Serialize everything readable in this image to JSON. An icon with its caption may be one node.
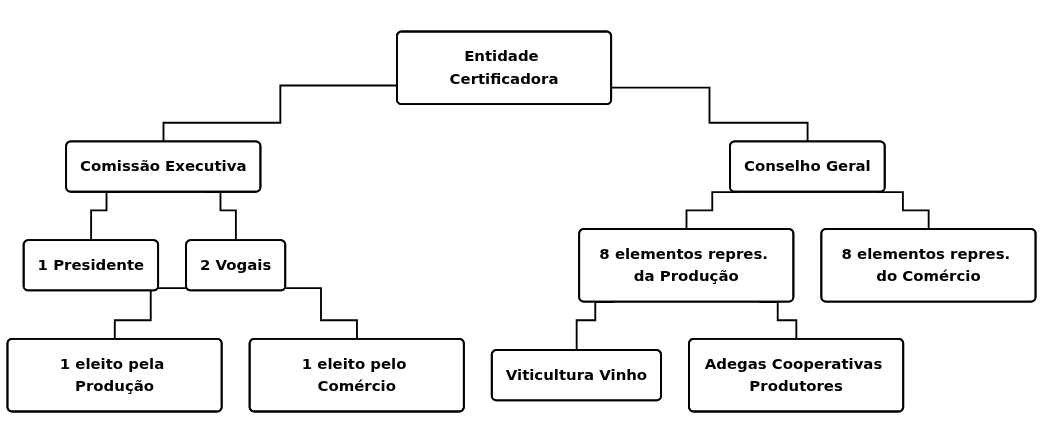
{
  "diagram": {
    "nodes": [
      {
        "text": [
          "Entidade Certificadora"
        ]
      },
      {
        "text": [
          "Comissão Executiva"
        ]
      },
      {
        "text": [
          "Conselho Geral"
        ]
      },
      {
        "text": [
          "1 Presidente"
        ]
      },
      {
        "text": [
          "2 Vogais"
        ]
      },
      {
        "text": [
          "8 elementos repres. da Produção"
        ]
      },
      {
        "text": [
          "8 elementos repres. do Comércio"
        ]
      },
      {
        "text": [
          "1 eleito pela Produção"
        ]
      },
      {
        "text": [
          "1 eleito pelo Comércio"
        ]
      },
      {
        "text": [
          "Viticultura Vinho"
        ]
      },
      {
        "text": [
          "Adegas Cooperativas Produtores"
        ]
      }
    ],
    "edges": [
      {
        "from": 0,
        "to": 1,
        "arrow": "none"
      },
      {
        "from": 0,
        "to": 2,
        "arrow": "none"
      },
      {
        "from": 1,
        "to": 3,
        "arrow": "none"
      },
      {
        "from": 1,
        "to": 4,
        "arrow": "none"
      },
      {
        "from": 2,
        "to": 5,
        "arrow": "none"
      },
      {
        "from": 2,
        "to": 6,
        "arrow": "none"
      },
      {
        "from": 4,
        "to": 7,
        "arrow": "none"
      },
      {
        "from": 4,
        "to": 8,
        "arrow": "none"
      },
      {
        "from": 5,
        "to": 9,
        "arrow": "none"
      },
      {
        "from": 5,
        "to": 10,
        "arrow": "none"
      }
    ]
  }
}
